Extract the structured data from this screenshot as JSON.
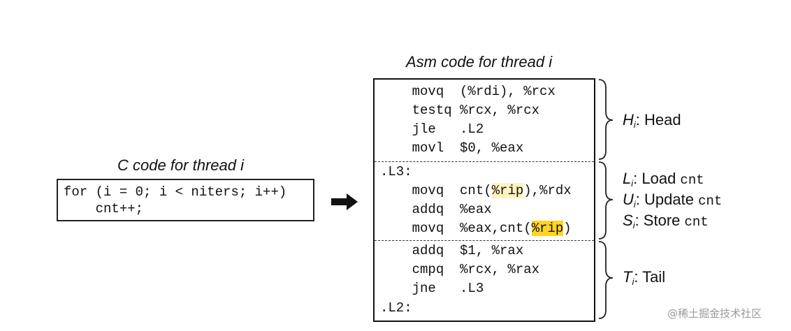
{
  "c_code": {
    "caption": "C code for thread i",
    "lines": [
      "for (i = 0; i < niters; i++)",
      "    cnt++;"
    ]
  },
  "asm_code": {
    "caption": "Asm code for thread i",
    "lines": {
      "h1": "    movq  (%rdi), %rcx",
      "h2": "    testq %rcx, %rcx",
      "h3": "    jle   .L2",
      "h4": "    movl  $0, %eax",
      "l3": ".L3:",
      "m1a": "    movq  cnt(",
      "m1b": "%rip",
      "m1c": "),%rdx",
      "m2": "    addq  %eax",
      "m3a": "    movq  %eax,cnt(",
      "m3b": "%rip",
      "m3c": ")",
      "t1": "    addq  $1, %rax",
      "t2": "    cmpq  %rcx, %rax",
      "t3": "    jne   .L3",
      "l2": ".L2:"
    }
  },
  "labels": {
    "head": {
      "symbol": "H",
      "sub": "i",
      "text": ": Head"
    },
    "load": {
      "symbol": "L",
      "sub": "i",
      "text": ": Load ",
      "code": "cnt"
    },
    "update": {
      "symbol": "U",
      "sub": "i",
      "text": ": Update ",
      "code": "cnt"
    },
    "store": {
      "symbol": "S",
      "sub": "i",
      "text": ": Store ",
      "code": "cnt"
    },
    "tail": {
      "symbol": "T",
      "sub": "i",
      "text": ": Tail"
    }
  },
  "colors": {
    "highlight_light": "#fff3c0",
    "highlight_strong": "#ffd426"
  },
  "watermark": "@稀土掘金技术社区"
}
